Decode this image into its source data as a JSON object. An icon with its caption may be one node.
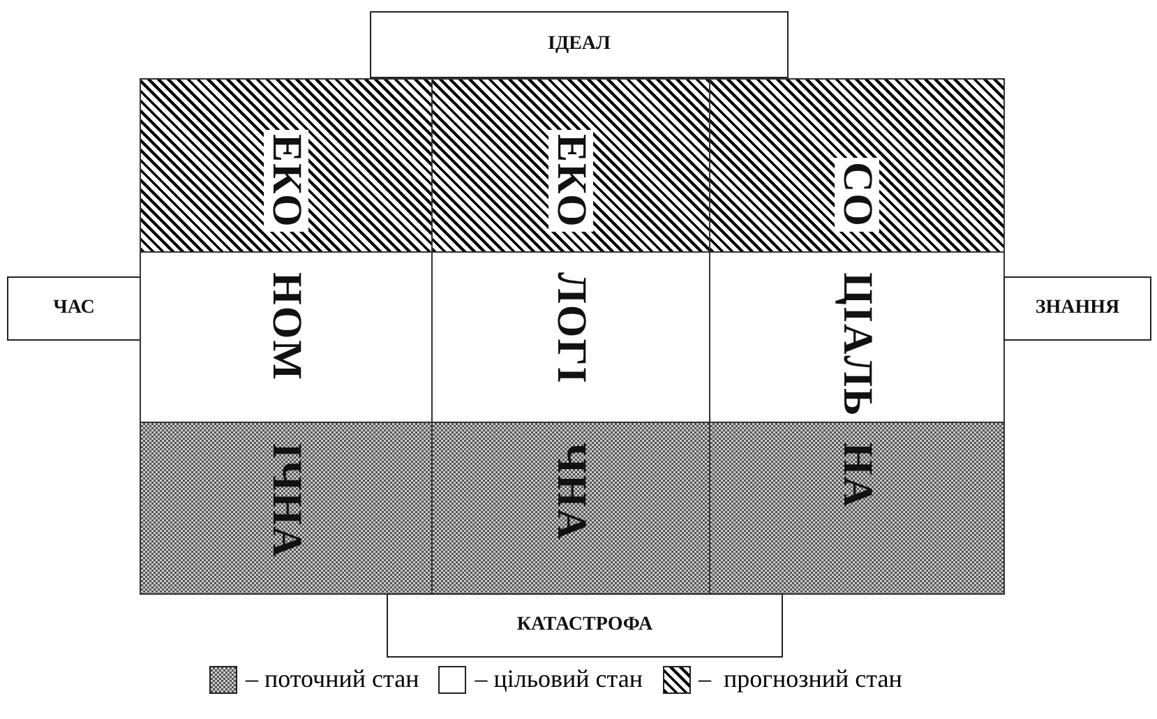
{
  "diagram": {
    "nodes": [
      {
        "text": [
          "ІДЕАЛ"
        ]
      },
      {
        "text": [
          "ЕКО"
        ]
      },
      {
        "text": [
          "ЕКО"
        ]
      },
      {
        "text": [
          "СО"
        ]
      },
      {
        "text": [
          "ЧАС"
        ]
      },
      {
        "text": [
          "НОМ"
        ]
      },
      {
        "text": [
          "ЛОГІ"
        ]
      },
      {
        "text": [
          "ЦІАЛЬ"
        ]
      },
      {
        "text": [
          "ЗНАННЯ"
        ]
      },
      {
        "text": [
          "ІЧНА"
        ]
      },
      {
        "text": [
          "ЧНА"
        ]
      },
      {
        "text": [
          "НА"
        ]
      },
      {
        "text": [
          "КАТАСТРОФА"
        ]
      }
    ],
    "edges": [],
    "legend": [
      {
        "text": "– поточний стан"
      },
      {
        "text": "– цільовий стан"
      },
      {
        "text": "–  прогнозний стан"
      }
    ]
  }
}
